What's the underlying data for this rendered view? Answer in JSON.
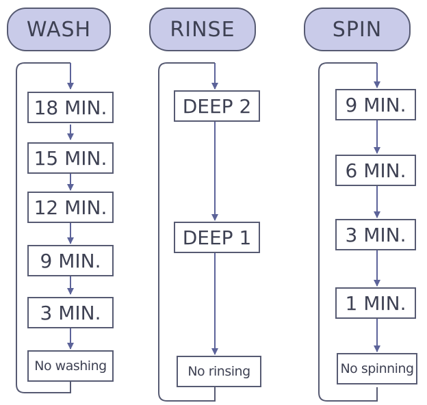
{
  "columns": [
    {
      "header": "WASH",
      "options": [
        "18 MIN.",
        "15 MIN.",
        "12 MIN.",
        "9 MIN.",
        "3 MIN.",
        "No washing"
      ]
    },
    {
      "header": "RINSE",
      "options": [
        "DEEP 2",
        "DEEP 1",
        "No rinsing"
      ]
    },
    {
      "header": "SPIN",
      "options": [
        "9 MIN.",
        "6 MIN.",
        "3 MIN.",
        "1 MIN.",
        "No spinning"
      ]
    }
  ],
  "colors": {
    "header_fill": "#c9cbe9",
    "line": "#565a72",
    "arrow": "#5c6399",
    "text": "#3e4153"
  }
}
